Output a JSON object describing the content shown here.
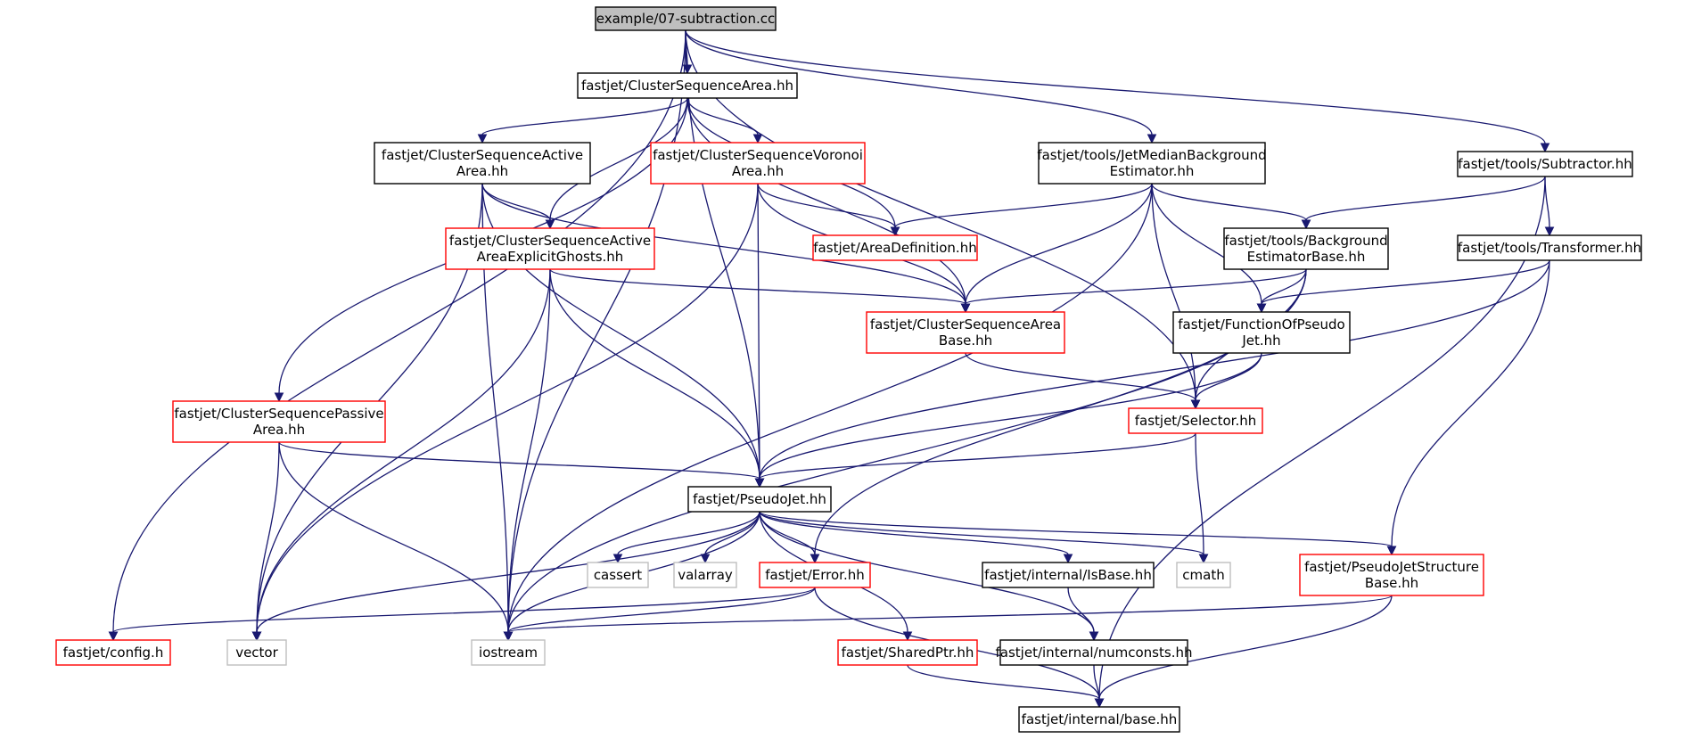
{
  "colors": {
    "edge": "#191970",
    "root_fill": "#bfbfbf",
    "border_black": "#000000",
    "border_red": "#ff0000",
    "border_gray": "#bfbfbf"
  },
  "nodes": [
    {
      "id": "n_root",
      "style": "root",
      "lines": [
        "example/07-subtraction.cc"
      ]
    },
    {
      "id": "n_csa",
      "style": "black",
      "lines": [
        "fastjet/ClusterSequenceArea.hh"
      ]
    },
    {
      "id": "n_jmbe",
      "style": "black",
      "lines": [
        "fastjet/tools/JetMedianBackground",
        "Estimator.hh"
      ]
    },
    {
      "id": "n_subtr",
      "style": "black",
      "lines": [
        "fastjet/tools/Subtractor.hh"
      ]
    },
    {
      "id": "n_csaa",
      "style": "black",
      "lines": [
        "fastjet/ClusterSequenceActive",
        "Area.hh"
      ]
    },
    {
      "id": "n_csva",
      "style": "red",
      "lines": [
        "fastjet/ClusterSequenceVoronoi",
        "Area.hh"
      ]
    },
    {
      "id": "n_bgest",
      "style": "black",
      "lines": [
        "fastjet/tools/Background",
        "EstimatorBase.hh"
      ]
    },
    {
      "id": "n_transf",
      "style": "black",
      "lines": [
        "fastjet/tools/Transformer.hh"
      ]
    },
    {
      "id": "n_csaaeg",
      "style": "red",
      "lines": [
        "fastjet/ClusterSequenceActive",
        "AreaExplicitGhosts.hh"
      ]
    },
    {
      "id": "n_areadef",
      "style": "red",
      "lines": [
        "fastjet/AreaDefinition.hh"
      ]
    },
    {
      "id": "n_csab",
      "style": "red",
      "lines": [
        "fastjet/ClusterSequenceArea",
        "Base.hh"
      ]
    },
    {
      "id": "n_fop",
      "style": "black",
      "lines": [
        "fastjet/FunctionOfPseudo",
        "Jet.hh"
      ]
    },
    {
      "id": "n_cspa",
      "style": "red",
      "lines": [
        "fastjet/ClusterSequencePassive",
        "Area.hh"
      ]
    },
    {
      "id": "n_selector",
      "style": "red",
      "lines": [
        "fastjet/Selector.hh"
      ]
    },
    {
      "id": "n_pj",
      "style": "black",
      "lines": [
        "fastjet/PseudoJet.hh"
      ]
    },
    {
      "id": "n_cassert",
      "style": "gray",
      "lines": [
        "cassert"
      ]
    },
    {
      "id": "n_valarray",
      "style": "gray",
      "lines": [
        "valarray"
      ]
    },
    {
      "id": "n_error",
      "style": "red",
      "lines": [
        "fastjet/Error.hh"
      ]
    },
    {
      "id": "n_isbase",
      "style": "black",
      "lines": [
        "fastjet/internal/IsBase.hh"
      ]
    },
    {
      "id": "n_cmath",
      "style": "gray",
      "lines": [
        "cmath"
      ]
    },
    {
      "id": "n_pjsb",
      "style": "red",
      "lines": [
        "fastjet/PseudoJetStructure",
        "Base.hh"
      ]
    },
    {
      "id": "n_config",
      "style": "red",
      "lines": [
        "fastjet/config.h"
      ]
    },
    {
      "id": "n_vector",
      "style": "gray",
      "lines": [
        "vector"
      ]
    },
    {
      "id": "n_iostream",
      "style": "gray",
      "lines": [
        "iostream"
      ]
    },
    {
      "id": "n_sharedptr",
      "style": "red",
      "lines": [
        "fastjet/SharedPtr.hh"
      ]
    },
    {
      "id": "n_numconsts",
      "style": "black",
      "lines": [
        "fastjet/internal/numconsts.hh"
      ]
    },
    {
      "id": "n_base",
      "style": "black",
      "lines": [
        "fastjet/internal/base.hh"
      ]
    }
  ],
  "edges": [
    [
      "n_root",
      "n_csa"
    ],
    [
      "n_root",
      "n_jmbe"
    ],
    [
      "n_root",
      "n_subtr"
    ],
    [
      "n_root",
      "n_pj"
    ],
    [
      "n_root",
      "n_selector"
    ],
    [
      "n_root",
      "n_config"
    ],
    [
      "n_root",
      "n_iostream"
    ],
    [
      "n_csa",
      "n_csaa"
    ],
    [
      "n_csa",
      "n_csva"
    ],
    [
      "n_csa",
      "n_csaaeg"
    ],
    [
      "n_csa",
      "n_areadef"
    ],
    [
      "n_csa",
      "n_csab"
    ],
    [
      "n_csa",
      "n_cspa"
    ],
    [
      "n_csaa",
      "n_csaaeg"
    ],
    [
      "n_csaa",
      "n_csab"
    ],
    [
      "n_csaa",
      "n_pj"
    ],
    [
      "n_csaa",
      "n_vector"
    ],
    [
      "n_csaa",
      "n_iostream"
    ],
    [
      "n_csva",
      "n_areadef"
    ],
    [
      "n_csva",
      "n_csab"
    ],
    [
      "n_csva",
      "n_pj"
    ],
    [
      "n_csva",
      "n_vector"
    ],
    [
      "n_csaaeg",
      "n_csab"
    ],
    [
      "n_csaaeg",
      "n_pj"
    ],
    [
      "n_csaaeg",
      "n_vector"
    ],
    [
      "n_csaaeg",
      "n_iostream"
    ],
    [
      "n_jmbe",
      "n_areadef"
    ],
    [
      "n_jmbe",
      "n_csab"
    ],
    [
      "n_jmbe",
      "n_bgest"
    ],
    [
      "n_jmbe",
      "n_fop"
    ],
    [
      "n_jmbe",
      "n_selector"
    ],
    [
      "n_jmbe",
      "n_iostream"
    ],
    [
      "n_subtr",
      "n_bgest"
    ],
    [
      "n_subtr",
      "n_transf"
    ],
    [
      "n_subtr",
      "n_base"
    ],
    [
      "n_bgest",
      "n_csab"
    ],
    [
      "n_bgest",
      "n_fop"
    ],
    [
      "n_bgest",
      "n_selector"
    ],
    [
      "n_bgest",
      "n_error"
    ],
    [
      "n_bgest",
      "n_iostream"
    ],
    [
      "n_transf",
      "n_fop"
    ],
    [
      "n_transf",
      "n_pj"
    ],
    [
      "n_transf",
      "n_pjsb"
    ],
    [
      "n_csab",
      "n_selector"
    ],
    [
      "n_fop",
      "n_pj"
    ],
    [
      "n_fop",
      "n_selector"
    ],
    [
      "n_selector",
      "n_pj"
    ],
    [
      "n_selector",
      "n_cmath"
    ],
    [
      "n_cspa",
      "n_pj"
    ],
    [
      "n_cspa",
      "n_vector"
    ],
    [
      "n_cspa",
      "n_iostream"
    ],
    [
      "n_pj",
      "n_cassert"
    ],
    [
      "n_pj",
      "n_valarray"
    ],
    [
      "n_pj",
      "n_error"
    ],
    [
      "n_pj",
      "n_isbase"
    ],
    [
      "n_pj",
      "n_cmath"
    ],
    [
      "n_pj",
      "n_pjsb"
    ],
    [
      "n_pj",
      "n_vector"
    ],
    [
      "n_pj",
      "n_iostream"
    ],
    [
      "n_pj",
      "n_sharedptr"
    ],
    [
      "n_pj",
      "n_numconsts"
    ],
    [
      "n_error",
      "n_config"
    ],
    [
      "n_error",
      "n_iostream"
    ],
    [
      "n_error",
      "n_base"
    ],
    [
      "n_isbase",
      "n_numconsts"
    ],
    [
      "n_pjsb",
      "n_iostream"
    ],
    [
      "n_pjsb",
      "n_base"
    ],
    [
      "n_sharedptr",
      "n_base"
    ],
    [
      "n_numconsts",
      "n_base"
    ]
  ]
}
